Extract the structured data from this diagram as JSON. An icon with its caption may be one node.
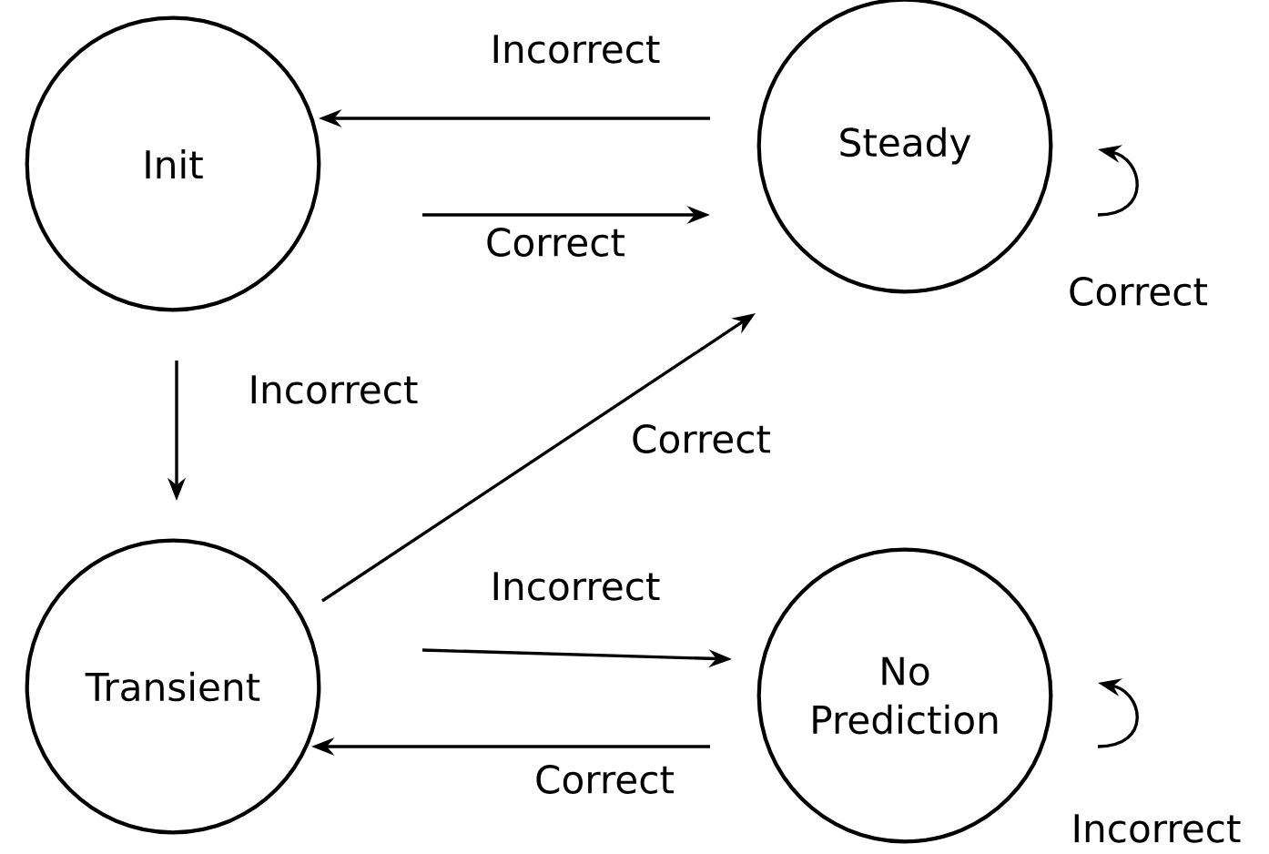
{
  "diagram": {
    "nodes": [
      {
        "text": [
          "Init"
        ]
      },
      {
        "text": [
          "Steady"
        ]
      },
      {
        "text": [
          "Transient"
        ]
      },
      {
        "text": [
          "No Prediction"
        ]
      }
    ],
    "edges": [
      {
        "from": 1,
        "to": 0,
        "arrow": "to",
        "label": "Incorrect"
      },
      {
        "from": 0,
        "to": 1,
        "arrow": "to",
        "label": "Correct"
      },
      {
        "from": 1,
        "to": 1,
        "arrow": "to",
        "label": "Correct"
      },
      {
        "from": 0,
        "to": 2,
        "arrow": "to",
        "label": "Incorrect"
      },
      {
        "from": 2,
        "to": 1,
        "arrow": "to",
        "label": "Correct"
      },
      {
        "from": 2,
        "to": 3,
        "arrow": "to",
        "label": "Incorrect"
      },
      {
        "from": 3,
        "to": 2,
        "arrow": "to",
        "label": "Correct"
      },
      {
        "from": 3,
        "to": 3,
        "arrow": "to",
        "label": "Incorrect"
      }
    ]
  }
}
